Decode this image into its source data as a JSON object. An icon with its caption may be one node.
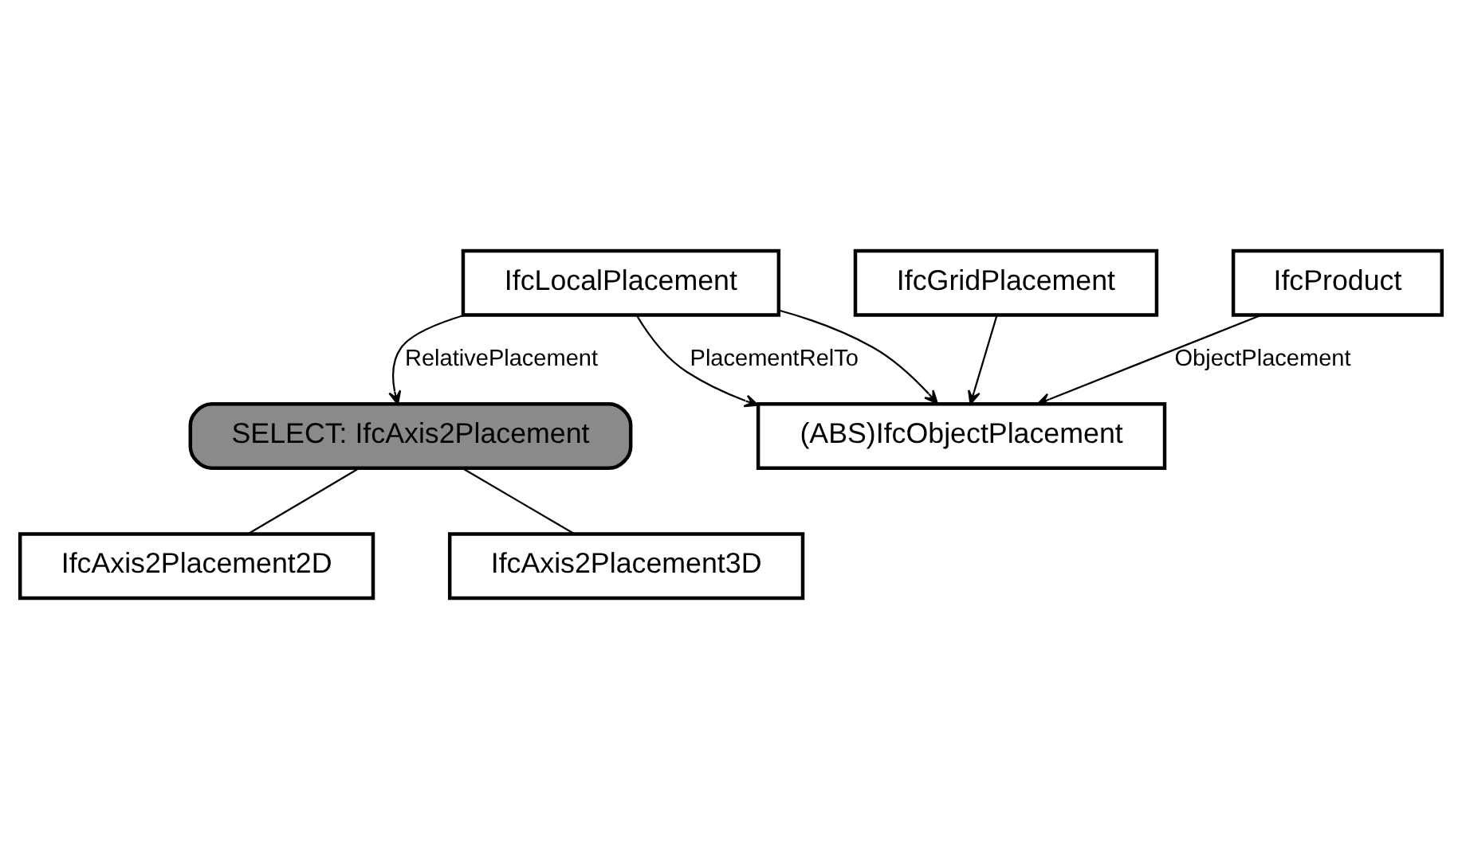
{
  "diagram": {
    "nodes": [
      {
        "text": [
          "IfcProduct"
        ]
      },
      {
        "text": [
          "(ABS)IfcObjectPlacement"
        ]
      },
      {
        "text": [
          "IfcLocalPlacement"
        ]
      },
      {
        "text": [
          "IfcGridPlacement"
        ]
      },
      {
        "text": [
          "SELECT: IfcAxis2Placement"
        ]
      },
      {
        "text": [
          "IfcAxis2Placement2D"
        ]
      },
      {
        "text": [
          "IfcAxis2Placement3D"
        ]
      }
    ],
    "edges": [
      {
        "from": 0,
        "to": 1,
        "arrow": "to",
        "label": "ObjectPlacement"
      },
      {
        "from": 2,
        "to": 1,
        "arrow": "to",
        "label": "PlacementRelTo"
      },
      {
        "from": 2,
        "to": 1,
        "arrow": "to"
      },
      {
        "from": 3,
        "to": 1,
        "arrow": "to"
      },
      {
        "from": 2,
        "to": 4,
        "arrow": "to",
        "label": "RelativePlacement"
      },
      {
        "from": 4,
        "to": 5,
        "arrow": "none"
      },
      {
        "from": 4,
        "to": 6,
        "arrow": "none"
      }
    ]
  }
}
